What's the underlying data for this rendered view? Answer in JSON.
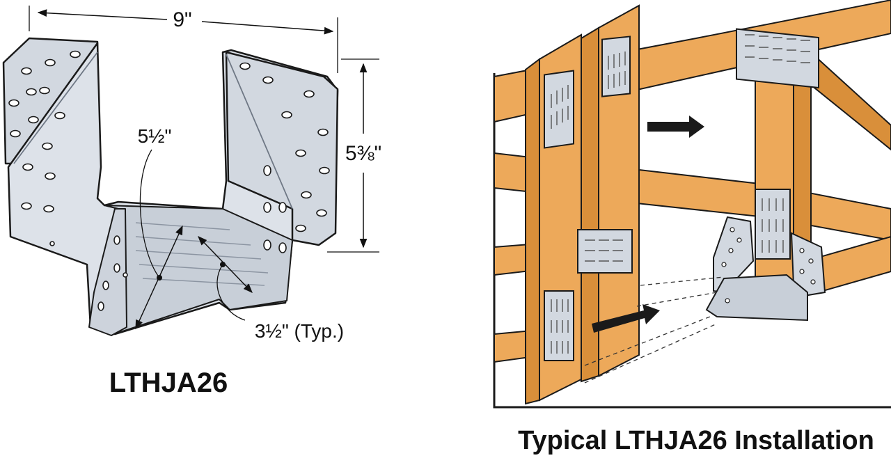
{
  "left": {
    "dimensions": {
      "width": "9\"",
      "height": "5⅜\"",
      "inner": "5½\"",
      "seat": "3½\" (Typ.)"
    },
    "title": "LTHJA26"
  },
  "right": {
    "title": "Typical LTHJA26 Installation"
  },
  "colors": {
    "lumber": "#EDA95A",
    "lumber_dark": "#D98F3A",
    "steel": "#D2D8E0",
    "steel_dark": "#AEB6C2",
    "outline": "#1a1a1a"
  }
}
